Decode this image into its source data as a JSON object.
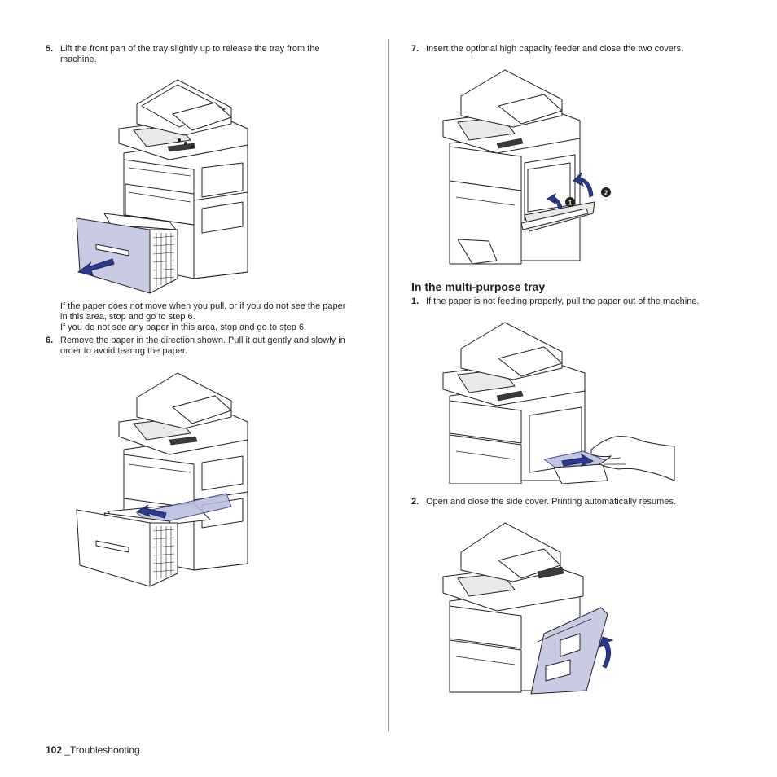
{
  "left": {
    "step5": {
      "num": "5.",
      "line1": "Lift the front part of the tray slightly up to release the tray from the",
      "line2": "machine."
    },
    "note": {
      "line1": "If the paper does not move when you pull, or if you do not see the paper",
      "line2": "in this area, stop and go to step 6.",
      "line3": "If you do not see any paper in this area, stop and go to step 6."
    },
    "step6": {
      "num": "6.",
      "line1": "Remove the paper in the direction shown. Pull it out gently and slowly in",
      "line2": "order to avoid tearing the paper."
    }
  },
  "right": {
    "step7": {
      "num": "7.",
      "text": "Insert the optional high capacity feeder and close the two covers."
    },
    "section_heading": "In the multi-purpose tray",
    "mp_step1": {
      "num": "1.",
      "text": "If the paper is not feeding properly, pull the paper out of the machine."
    },
    "mp_step2": {
      "num": "2.",
      "text": "Open and close the side cover. Printing automatically resumes."
    },
    "callouts": {
      "one": "1",
      "two": "2"
    }
  },
  "footer": {
    "page": "102",
    "section": "_Troubleshooting"
  },
  "colors": {
    "highlight": "#c9cbe4",
    "arrow": "#2b3a8e",
    "text": "#231f20"
  }
}
